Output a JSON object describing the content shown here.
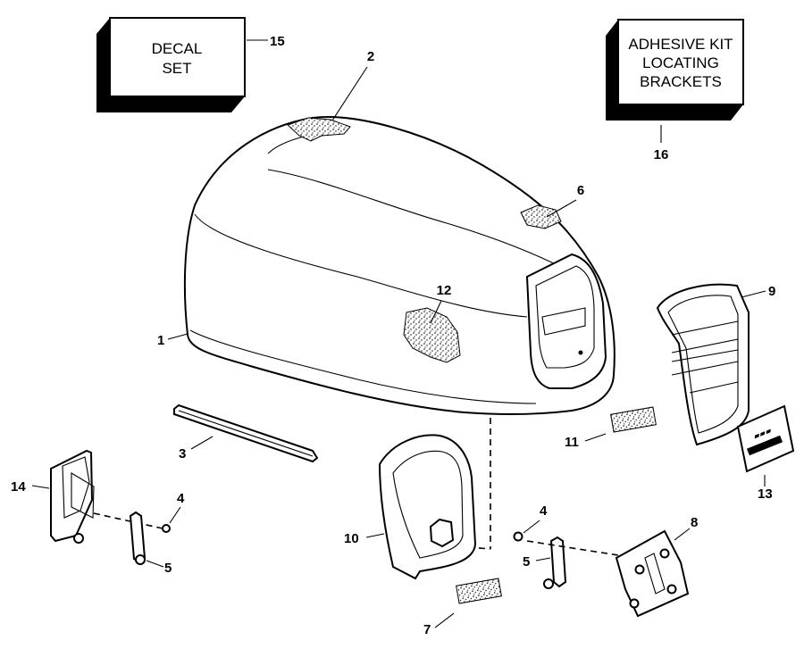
{
  "callouts": {
    "c1": "1",
    "c2": "2",
    "c3": "3",
    "c4a": "4",
    "c4b": "4",
    "c5a": "5",
    "c5b": "5",
    "c6": "6",
    "c7": "7",
    "c8": "8",
    "c9": "9",
    "c10": "10",
    "c11": "11",
    "c12": "12",
    "c13": "13",
    "c14": "14",
    "c15": "15",
    "c16": "16"
  },
  "boxes": {
    "decal_line1": "DECAL",
    "decal_line2": "SET",
    "adhesive_line1": "ADHESIVE KIT",
    "adhesive_line2": "LOCATING",
    "adhesive_line3": "BRACKETS"
  },
  "colors": {
    "ink": "#000000",
    "paper": "#ffffff"
  }
}
